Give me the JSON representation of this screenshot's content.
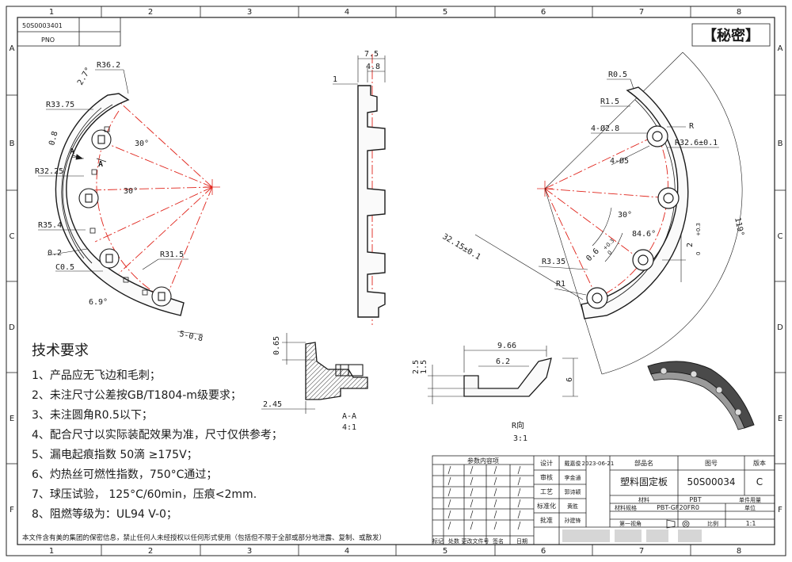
{
  "grid": {
    "cols": [
      "1",
      "2",
      "3",
      "4",
      "5",
      "6",
      "7",
      "8"
    ],
    "rows": [
      "A",
      "B",
      "C",
      "D",
      "E",
      "F"
    ]
  },
  "doc_number_top": "50S0003401",
  "pno_label": "PNO",
  "confidential_stamp": "【秘密】",
  "tech": {
    "title": "技术要求",
    "items": [
      "1、产品应无飞边和毛刺；",
      "2、未注尺寸公差按GB/T1804-m级要求；",
      "3、未注圆角R0.5以下；",
      "4、配合尺寸以实际装配效果为准，尺寸仅供参考；",
      "5、漏电起痕指数  50滴  ≥175V；",
      "6、灼热丝可燃性指数，750°C通过；",
      "7、球压试验，  125°C/60min，压痕<2mm.",
      "8、阻燃等级为：UL94  V-0；"
    ]
  },
  "footer_note": "本文件含有美的集团的保密信息，禁止任何人未经授权以任何形式使用（包括但不限于全部或部分地泄露、复制、或散发）",
  "left_view": {
    "dims": [
      "R36.2",
      "2.7°",
      "R33.75",
      "0.8",
      "A",
      "A",
      "30°",
      "R32.25",
      "30°",
      "R35.4",
      "0.2",
      "R31.5",
      "C0.5",
      "6.9°",
      "5-0.8"
    ]
  },
  "side_view": {
    "dims": [
      "7.5",
      "4.8",
      "1"
    ]
  },
  "right_view": {
    "dims": [
      "R0.5",
      "R1.5",
      "4-Ø2.8",
      "R",
      "R32.6±0.1",
      "4-Ø5",
      "119°",
      "30°",
      "84.6°",
      "32.15±0.1",
      "0.6",
      "2",
      "R3.35",
      "R1"
    ],
    "tol_upper": "+0.3",
    "tol_lower": "0"
  },
  "section_aa": {
    "dims": [
      "0.65",
      "2.45"
    ],
    "label": "A-A",
    "scale": "4:1"
  },
  "view_r": {
    "dims": [
      "9.66",
      "6.2",
      "2.5",
      "1.5",
      "6"
    ],
    "label": "R向",
    "scale": "3:1"
  },
  "revision_table": {
    "header": "参数内容项",
    "footer": [
      "标记",
      "处数",
      "更改文件号",
      "签名",
      "日期"
    ]
  },
  "title_block": {
    "roles": [
      "设计",
      "审核",
      "工艺",
      "标准化",
      "批准"
    ],
    "names": [
      "戴嘉俊",
      "李金通",
      "郭诗颖",
      "黄胜",
      "孙建锋"
    ],
    "date": "2023-06-21",
    "part_name_label": "部品名",
    "drawing_number_label": "图号",
    "version_label": "版本",
    "part_name": "塑料固定板",
    "drawing_number": "50S00034",
    "version": "C",
    "material_label": "材料",
    "material": "PBT",
    "material_spec_label": "材料规格",
    "material_spec": "PBT-GF20FR0",
    "unit_usage_label": "单件用量",
    "unit_label": "单位",
    "projection_label": "第一视角",
    "scale_label": "比例",
    "scale": "1:1"
  },
  "colors": {
    "line": "#1a1a1a",
    "centerline": "#e0241b",
    "part_fill": "#f2f2f2",
    "hatch": "#333333"
  }
}
